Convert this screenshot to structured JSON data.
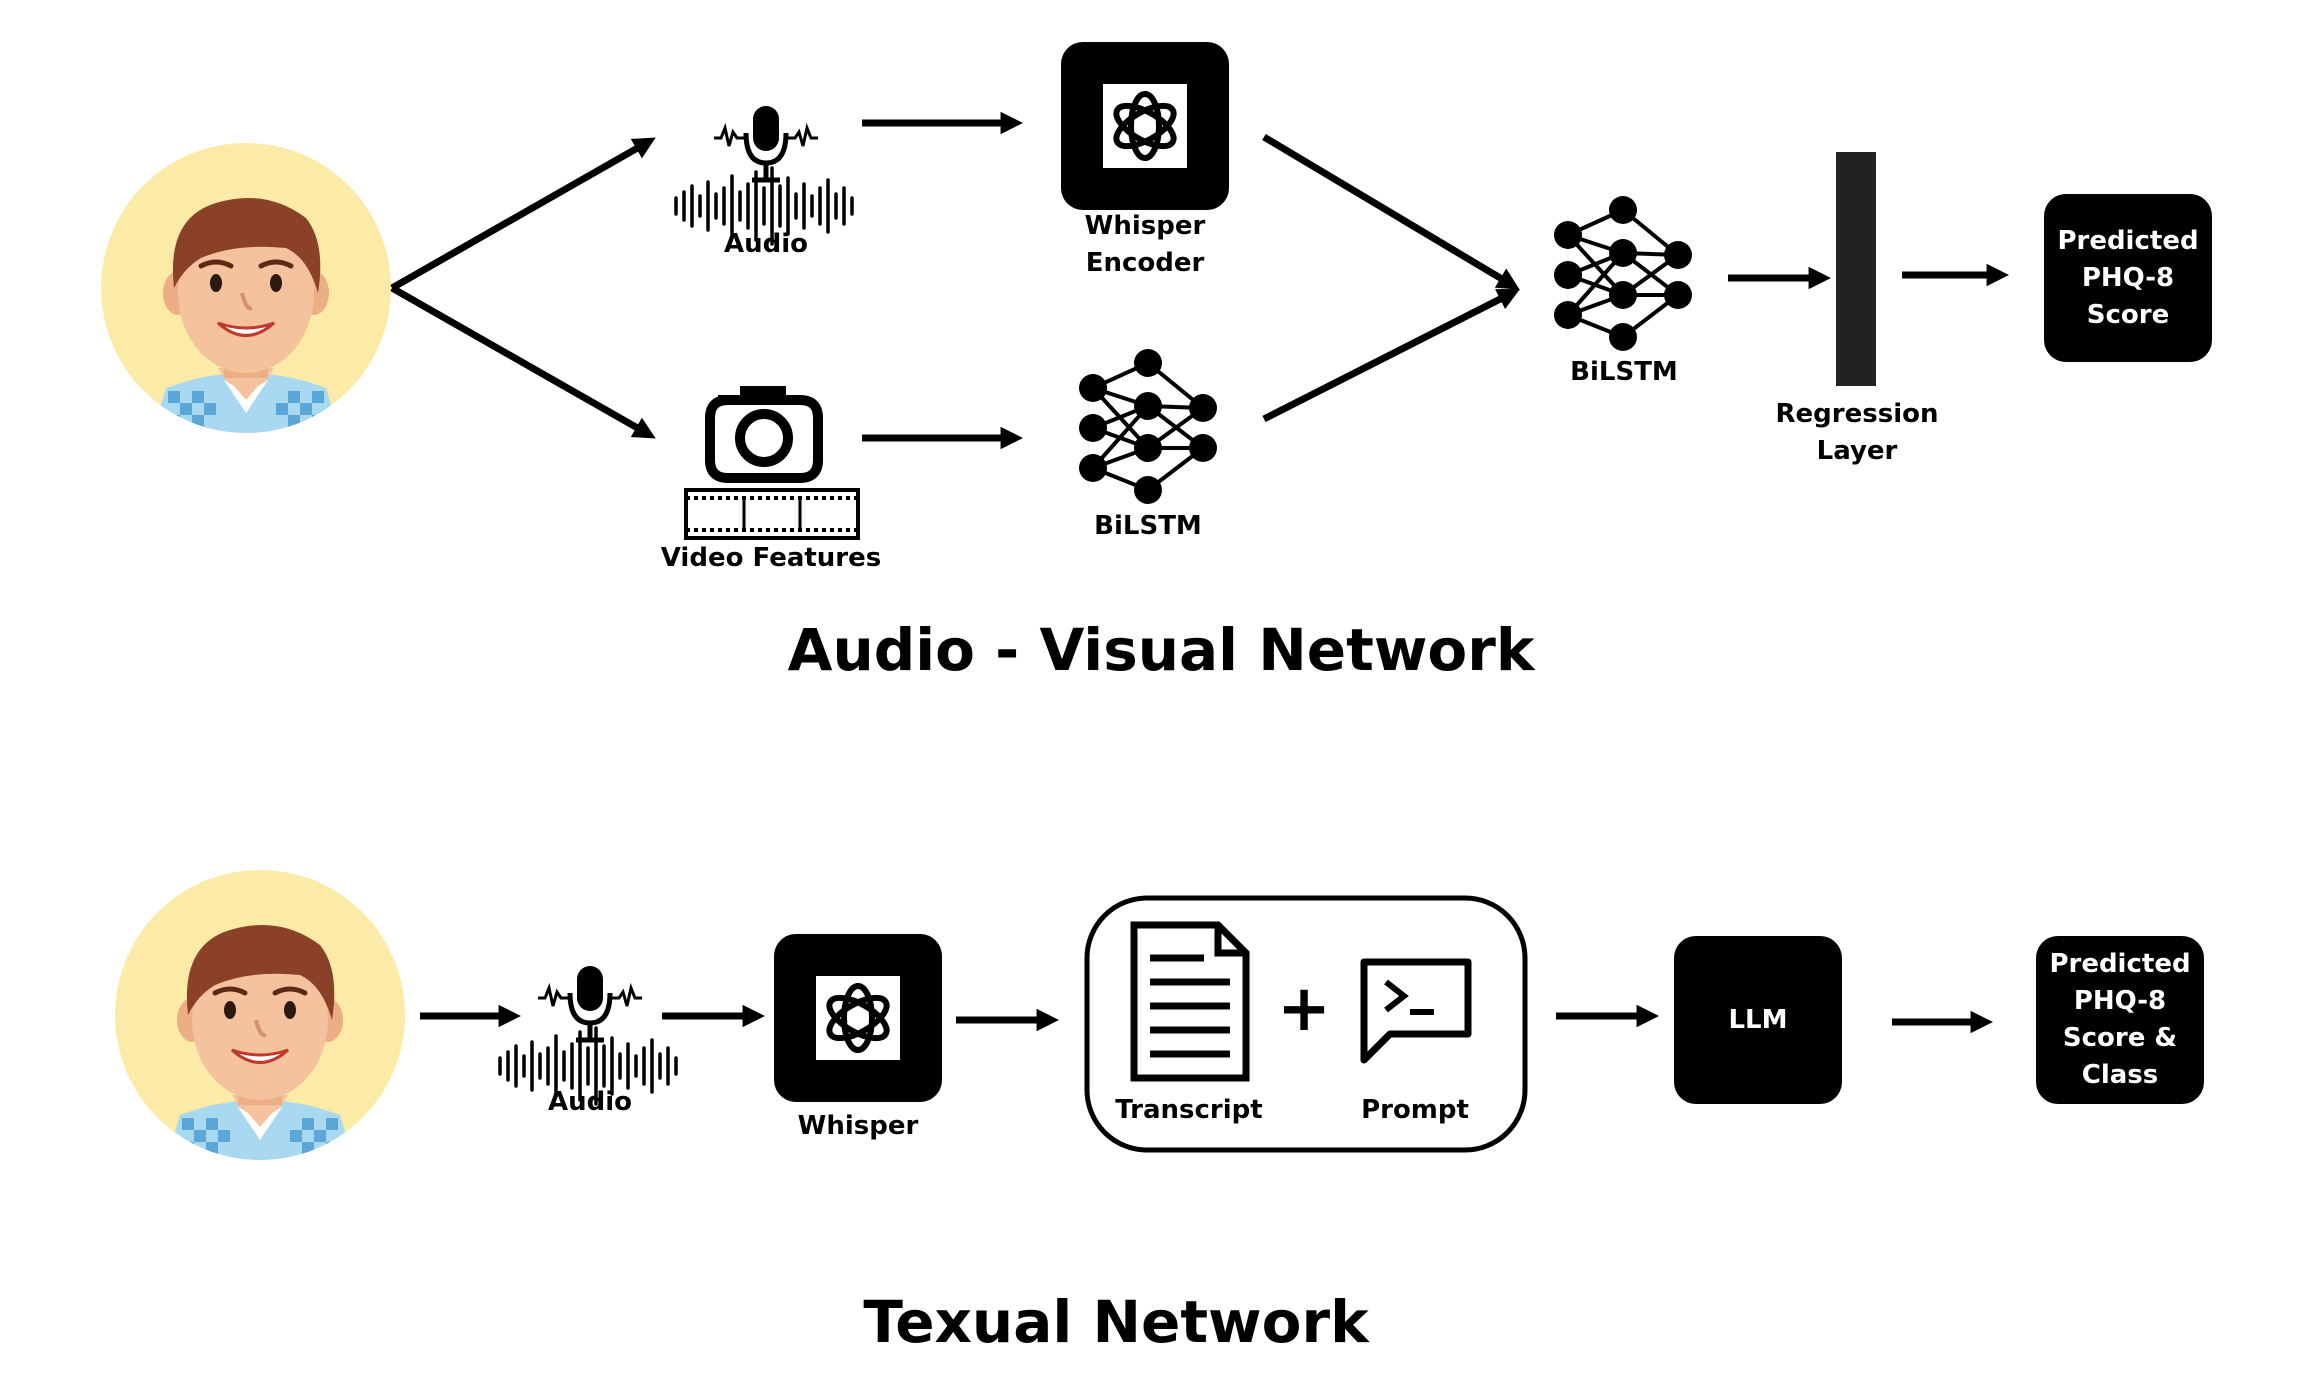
{
  "audio_visual": {
    "title": "Audio - Visual Network",
    "audio_label": "Audio",
    "video_label": "Video Features",
    "whisper_encoder_label": "Whisper\nEncoder",
    "bilstm_video_label": "BiLSTM",
    "bilstm_fusion_label": "BiLSTM",
    "regression_label": "Regression\nLayer",
    "output_label": "Predicted\nPHQ-8\nScore"
  },
  "textual": {
    "title": "Texual Network",
    "audio_label": "Audio",
    "whisper_label": "Whisper",
    "transcript_label": "Transcript",
    "prompt_label": "Prompt",
    "plus_symbol": "+",
    "llm_label": "LLM",
    "output_label": "Predicted\nPHQ-8\nScore &\nClass"
  },
  "icons": [
    "person-avatar-icon",
    "microphone-waveform-icon",
    "camera-icon",
    "film-strip-icon",
    "openai-logo-icon",
    "neural-network-icon",
    "document-icon",
    "terminal-prompt-icon"
  ],
  "colors": {
    "ink": "#000000",
    "avatar_bg": "#fbeba6",
    "skin": "#f4c29c",
    "hair": "#8b4127",
    "shirt": "#a9d9f0"
  }
}
